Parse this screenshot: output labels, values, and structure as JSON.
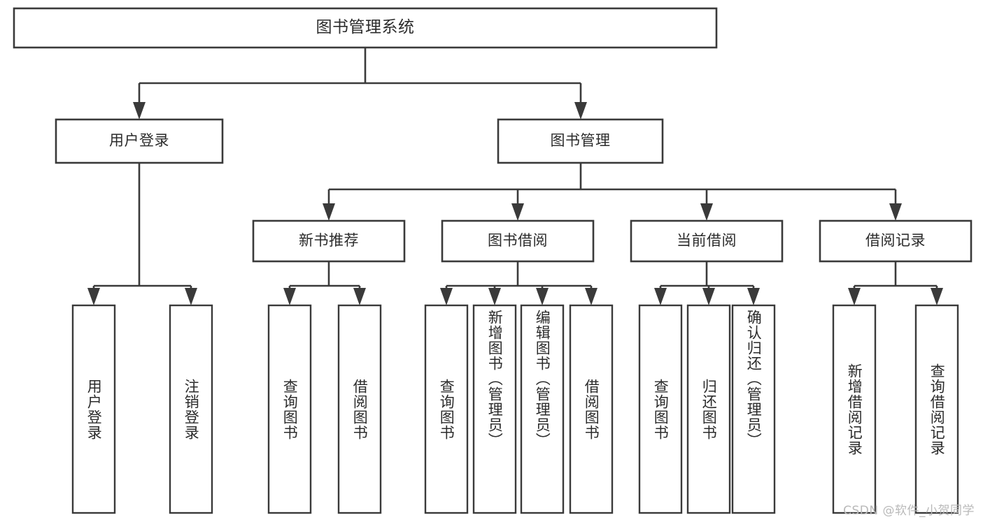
{
  "diagram": {
    "type": "tree",
    "orientation": "top-down",
    "title": "图书管理系统",
    "colors": {
      "box_stroke": "#3a3a3a",
      "box_fill": "#ffffff",
      "connector": "#3a3a3a",
      "text": "#2b2b2b",
      "background": "#ffffff",
      "watermark": "#b9b9b9"
    },
    "root": {
      "label": "图书管理系统"
    },
    "level2": [
      {
        "label": "用户登录"
      },
      {
        "label": "图书管理"
      }
    ],
    "level3": [
      {
        "label": "新书推荐"
      },
      {
        "label": "图书借阅"
      },
      {
        "label": "当前借阅"
      },
      {
        "label": "借阅记录"
      }
    ],
    "leaves": {
      "user_login": [
        {
          "label": "用户登录"
        },
        {
          "label": "注销登录"
        }
      ],
      "new_book_recommend": [
        {
          "label": "查询图书"
        },
        {
          "label": "借阅图书"
        }
      ],
      "book_borrow": [
        {
          "label": "查询图书"
        },
        {
          "label": "新增图书（管理员）"
        },
        {
          "label": "编辑图书（管理员）"
        },
        {
          "label": "借阅图书"
        }
      ],
      "current_borrow": [
        {
          "label": "查询图书"
        },
        {
          "label": "归还图书"
        },
        {
          "label": "确认归还（管理员）"
        }
      ],
      "borrow_record": [
        {
          "label": "新增借阅记录"
        },
        {
          "label": "查询借阅记录"
        }
      ]
    }
  },
  "watermark": {
    "text": "CSDN @软件_小贺同学"
  }
}
